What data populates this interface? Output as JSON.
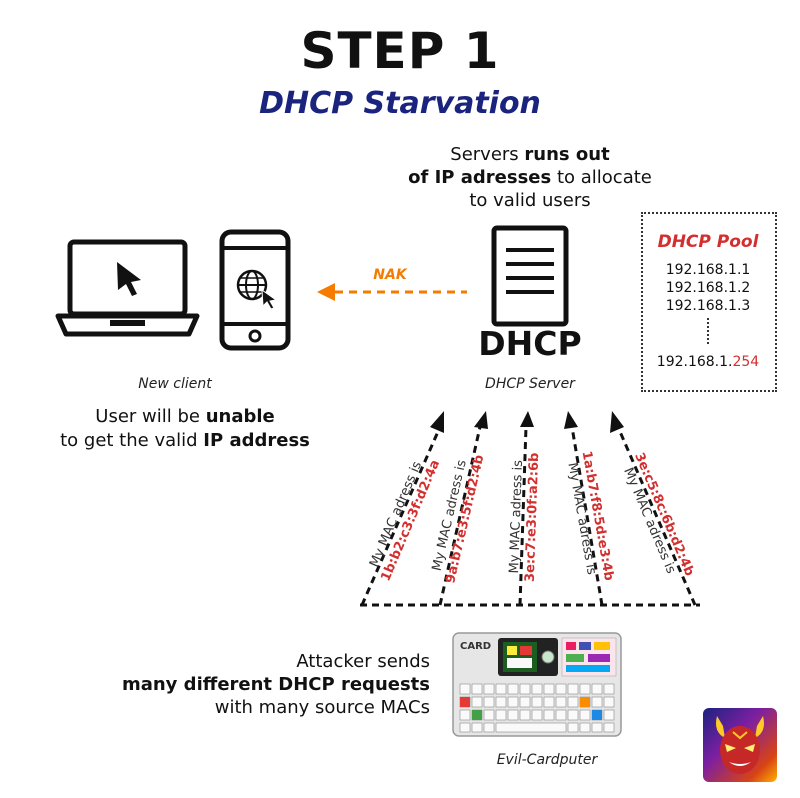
{
  "header": {
    "title": "STEP 1",
    "subtitle": "DHCP Starvation"
  },
  "server_caption": {
    "line1_a": "Servers ",
    "line1_b": "runs out",
    "line2_a": "of IP adresses",
    "line2_b": " to allocate",
    "line3": "to valid users"
  },
  "nak_label": "NAK",
  "server": {
    "logo_text": "DHCP",
    "label": "DHCP Server"
  },
  "client": {
    "label": "New client",
    "caption_line1_a": "User will be ",
    "caption_line1_b": "unable",
    "caption_line2_a": "to get the valid ",
    "caption_line2_b": "IP address"
  },
  "pool": {
    "title": "DHCP Pool",
    "ips": [
      "192.168.1.1",
      "192.168.1.2",
      "192.168.1.3"
    ],
    "last_ip_prefix": "192.168.1.",
    "last_ip_suffix": "254"
  },
  "mac_requests": [
    {
      "label": "My MAC adress is",
      "mac": "1b:b2:c3:3f:d2:4a"
    },
    {
      "label": "My MAC adress is",
      "mac": "9a:b7:e3:5f:d2:4b"
    },
    {
      "label": "My MAC adress is",
      "mac": "3e:c7:e3:0f:a2:6b"
    },
    {
      "label": "My MAC adress is",
      "mac": "1a:b7:f8:5d:e3:4b"
    },
    {
      "label": "My MAC adress is",
      "mac": "3e:c5:8c:6b:d2:4b"
    }
  ],
  "attacker": {
    "caption_line1": "Attacker sends",
    "caption_line2": "many different DHCP requests",
    "caption_line3": "with many source MACs",
    "label": "Evil-Cardputer",
    "device_text": "CARD"
  },
  "colors": {
    "accent_red": "#d32f2f",
    "nak_orange": "#f57c00",
    "subtitle_navy": "#1a237e"
  },
  "icons": [
    "laptop-icon",
    "smartphone-icon",
    "globe-icon",
    "cursor-icon",
    "server-icon",
    "cardputer-device-icon",
    "devil-avatar-icon"
  ]
}
